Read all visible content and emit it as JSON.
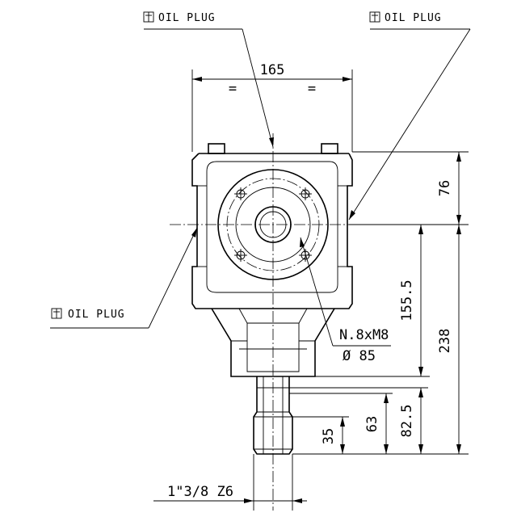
{
  "labels": {
    "oil_plug_top_left": "OIL PLUG",
    "oil_plug_top_right": "OIL PLUG",
    "oil_plug_left": "OIL PLUG",
    "bolt_spec": "N.8xM8",
    "flange_diameter": "Ø 85",
    "shaft_spec": "1\"3/8 Z6",
    "equal_left": "=",
    "equal_right": "="
  },
  "dimensions": {
    "width": "165",
    "top_height": "76",
    "center_to_base": "155.5",
    "total_height": "238",
    "shaft_82_5": "82.5",
    "shaft_63": "63",
    "shaft_35": "35"
  },
  "icons": {
    "oil_plug": "oil-plug-symbol"
  }
}
